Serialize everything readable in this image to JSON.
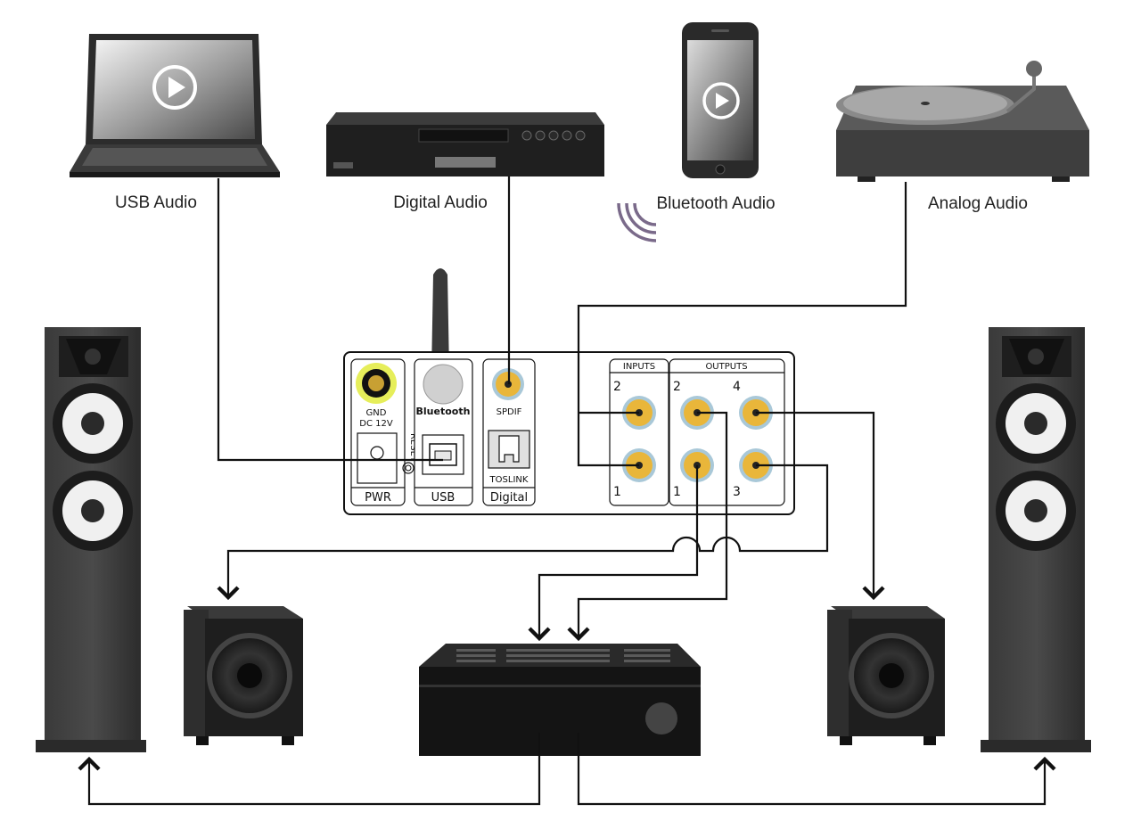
{
  "sources": {
    "usb": "USB Audio",
    "digital": "Digital Audio",
    "bluetooth": "Bluetooth Audio",
    "analog": "Analog Audio"
  },
  "panel": {
    "gnd": "GND",
    "dc": "DC 12V",
    "pwr": "PWR",
    "reset": "RESET",
    "bluetooth": "Bluetooth",
    "usb": "USB",
    "spdif": "SPDIF",
    "toslink": "TOSLINK",
    "digital": "Digital",
    "inputs": "INPUTS",
    "outputs": "OUTPUTS",
    "in_2": "2",
    "in_1": "1",
    "out_2": "2",
    "out_1": "1",
    "out_4": "4",
    "out_3": "3"
  },
  "colors": {
    "rca_gold": "#e9b63a",
    "rca_ring": "#a9c8d8",
    "gnd_yellow": "#e6ee5a",
    "bt_waves": "#7a6a8a",
    "device_dark": "#2a2a2a",
    "speaker_cone": "#f0f0f0"
  }
}
